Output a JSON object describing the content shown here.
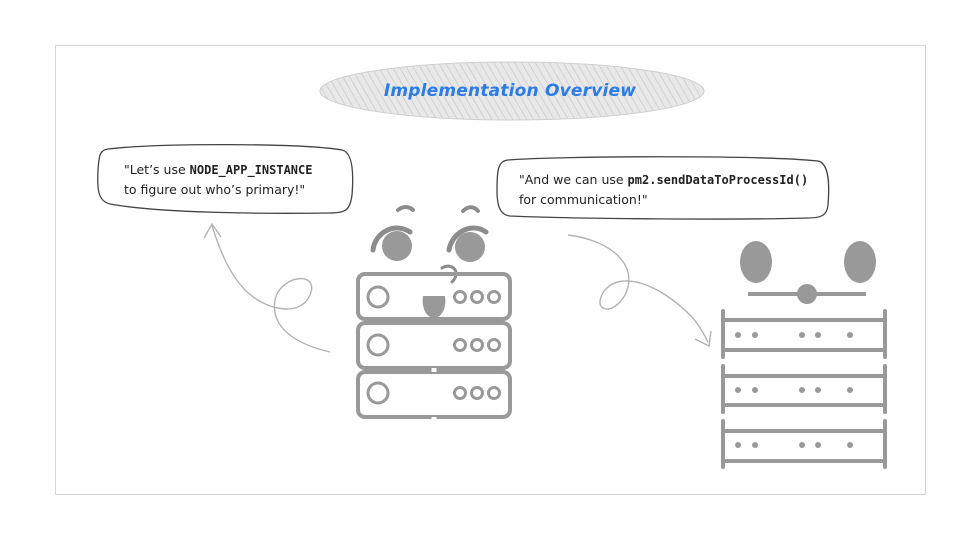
{
  "title": "Implementation Overview",
  "bubbles": [
    {
      "line1_prefix": "\"Let’s use ",
      "line1_code": "NODE_APP_INSTANCE",
      "line2": "to figure out who’s primary!\""
    },
    {
      "line1_prefix": "\"And we can use ",
      "line1_code": "pm2.sendDataToProcessId()",
      "line2": "for communication!\""
    }
  ],
  "icons": [
    "happy-server-icon",
    "server-rack-icon"
  ],
  "colors": {
    "title": "#2b7be8",
    "frame": "#d6d6d6",
    "icon_gray": "#999999",
    "ellipse_fill": "#e4e4e4"
  }
}
